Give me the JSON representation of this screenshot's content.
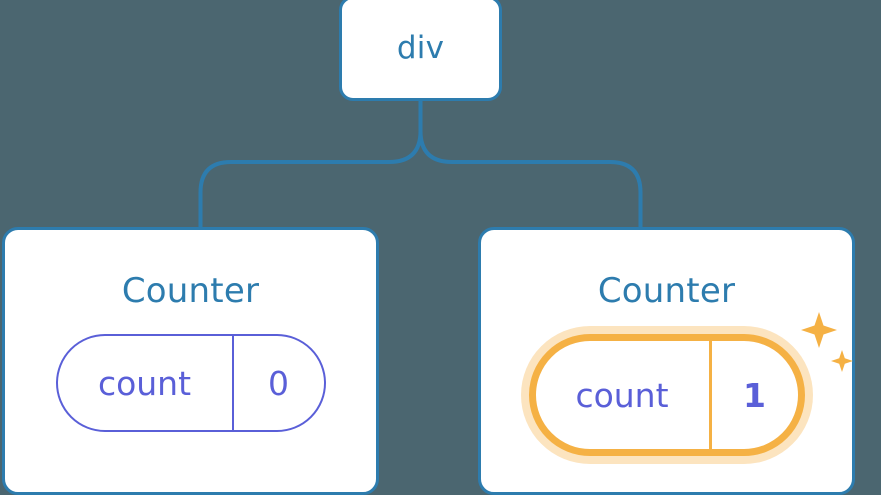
{
  "diagram": {
    "type": "component-tree",
    "background_color": "#4b6670",
    "node_border_color": "#2d7cae",
    "title_color": "#2d7cae",
    "state_color": "#5a5fd8",
    "highlight_color": "#f5b144",
    "highlight_halo_color": "#fbdca8"
  },
  "root": {
    "label": "div"
  },
  "children": [
    {
      "title": "Counter",
      "state": {
        "key": "count",
        "value": "0"
      },
      "highlighted": false,
      "sparkle": false
    },
    {
      "title": "Counter",
      "state": {
        "key": "count",
        "value": "1"
      },
      "highlighted": true,
      "sparkle": true,
      "sparkle_icon": "sparkles-icon"
    }
  ],
  "connector": {
    "icon": "tree-branch-connector",
    "color": "#2d7cae"
  }
}
